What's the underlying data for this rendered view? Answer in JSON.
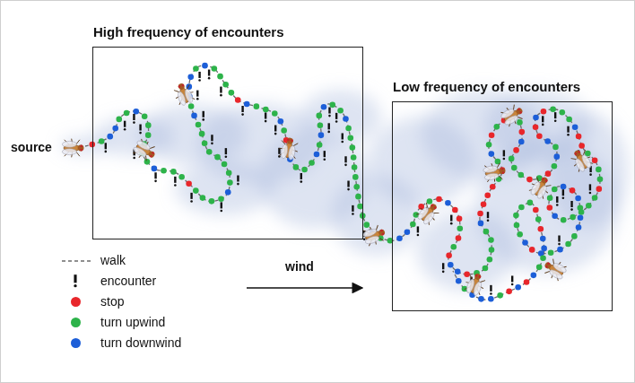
{
  "diagram": {
    "nodes": [
      {
        "text": [
          "High frequency of encounters"
        ]
      },
      {
        "text": [
          "Low frequency of encounters"
        ]
      }
    ],
    "labels": [
      "source",
      "wind"
    ],
    "legend": [
      {
        "text": "walk"
      },
      {
        "text": "encounter"
      },
      {
        "text": "stop",
        "color": "#e8262b"
      },
      {
        "text": "turn upwind",
        "color": "#2db34a"
      },
      {
        "text": "turn downwind",
        "color": "#1c5ed8"
      }
    ]
  }
}
